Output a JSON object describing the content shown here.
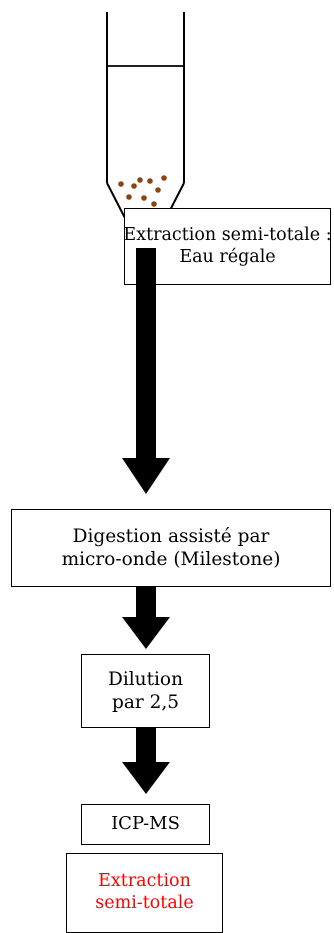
{
  "sample_tube": {
    "particle_color": "#8B4513"
  },
  "steps": {
    "extraction": {
      "line1": "Extraction semi-totale :",
      "line2": "Eau régale"
    },
    "digestion": {
      "line1": "Digestion assisté par",
      "line2": "micro-onde (Milestone)"
    },
    "dilution": {
      "line1": "Dilution",
      "line2": "par 2,5"
    },
    "icpms": {
      "line1": "ICP-MS"
    }
  },
  "label": {
    "line1": "Extraction",
    "line2": "semi-totale",
    "color": "#ff0000"
  }
}
